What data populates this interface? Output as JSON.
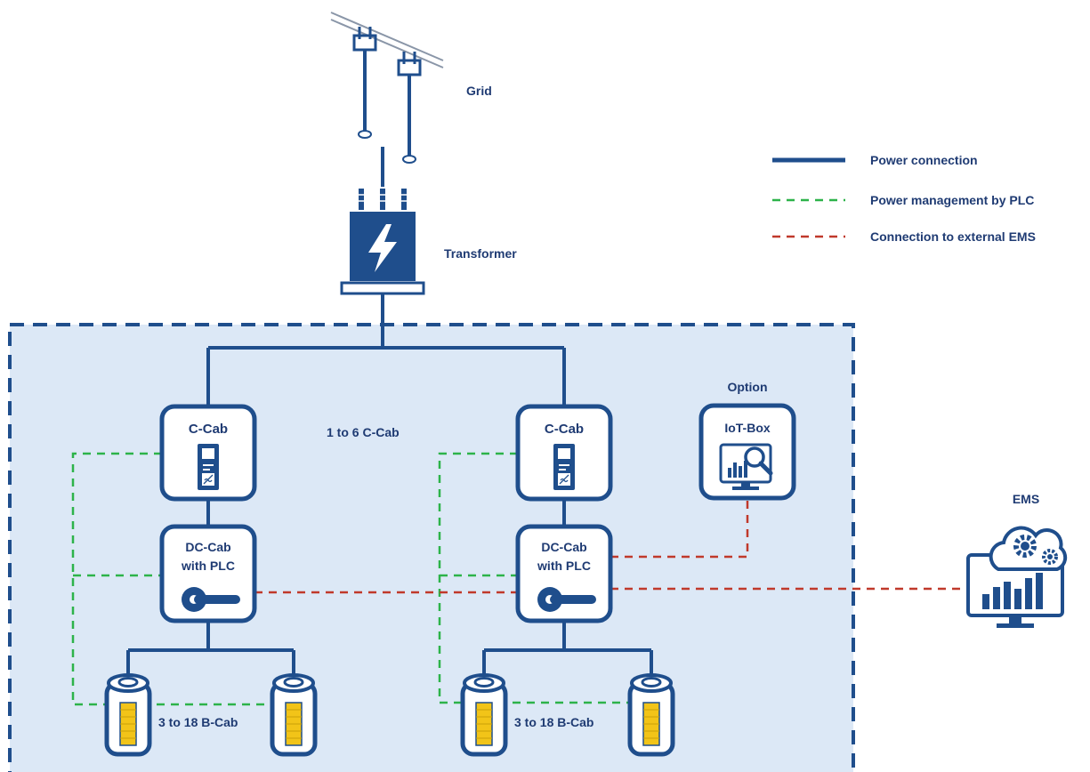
{
  "labels": {
    "grid": "Grid",
    "transformer": "Transformer",
    "option": "Option",
    "iot_box": "IoT-Box",
    "c_cab_count": "1 to 6 C-Cab",
    "ems": "EMS"
  },
  "units": [
    {
      "c_cab": "C-Cab",
      "dc_cab_line1": "DC-Cab",
      "dc_cab_line2": "with PLC",
      "b_cab_count": "3 to 18 B-Cab"
    },
    {
      "c_cab": "C-Cab",
      "dc_cab_line1": "DC-Cab",
      "dc_cab_line2": "with PLC",
      "b_cab_count": "3 to 18 B-Cab"
    }
  ],
  "legend": [
    {
      "label": "Power connection",
      "style": "solid",
      "color": "#1f4e8c"
    },
    {
      "label": "Power management by PLC",
      "style": "dashed",
      "color": "#2db34a"
    },
    {
      "label": "Connection to external EMS",
      "style": "dashed",
      "color": "#c0392b"
    }
  ],
  "colors": {
    "navy": "#1f4e8c",
    "text": "#1f3b73",
    "panel_fill": "#dce8f6",
    "plc_line": "#2db34a",
    "ems_line": "#c0392b",
    "battery_level": "#f2c418"
  },
  "icons": [
    "grid-pylon-icon",
    "transformer-icon",
    "inverter-icon",
    "handle-icon",
    "battery-icon",
    "monitor-search-icon",
    "ems-cloud-gears-icon"
  ]
}
